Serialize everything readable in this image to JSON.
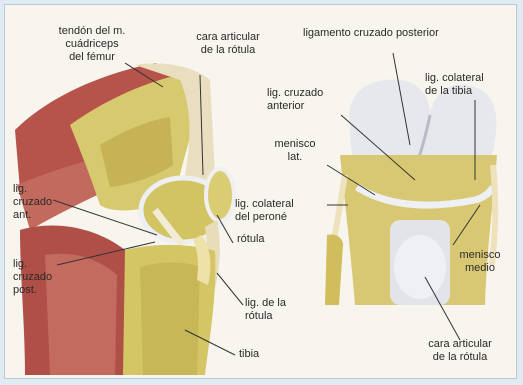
{
  "labels": {
    "tendon": "tendón del m.\ncuádriceps\ndel fémur",
    "cara_rotula_top": "cara articular\nde la rótula",
    "lig_cruz_post_top": "ligamento cruzado posterior",
    "lig_cruz_ant_right": "lig. cruzado\nanterior",
    "lig_col_tibia": "lig. colateral\nde la tibia",
    "menisco_lat": "menisco\nlat.",
    "lig_col_perone": "lig. colateral\ndel peroné",
    "lig_cruz_ant_left": "lig.\ncruzado\nant.",
    "lig_cruz_post_left": "lig.\ncruzado\npost.",
    "rotula": "rótula",
    "menisco_medio": "menisco\nmedio",
    "lig_rotula": "lig. de la\nrótula",
    "tibia": "tibia",
    "cara_rotula_bottom": "cara articular\nde la rótula"
  },
  "colors": {
    "bone_yellow": "#cdbd5a",
    "muscle_red": "#a8453e",
    "cartilage": "#e6e8ec",
    "ligament": "#eadfc0",
    "background": "#f7f5ee"
  }
}
